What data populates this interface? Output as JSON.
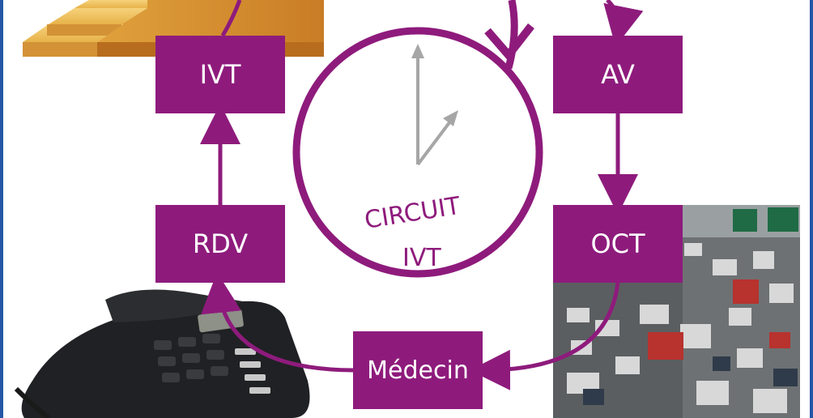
{
  "colors": {
    "accent": "#8e1b7c",
    "frame": "#2457a6",
    "clock_hands": "#a6a6a6"
  },
  "nodes": {
    "ivt": "IVT",
    "av": "AV",
    "rdv": "RDV",
    "oct": "OCT",
    "medecin": "Médecin"
  },
  "circuit": {
    "line1": "CIRCUIT",
    "line2": "IVT"
  },
  "images": {
    "top_left": "stairs",
    "bottom_left": "desk-telephone",
    "bottom_right": "traffic-jam"
  }
}
